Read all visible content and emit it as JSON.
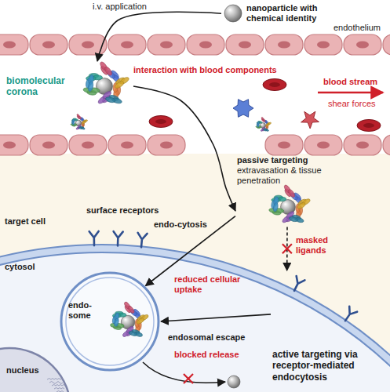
{
  "diagram": {
    "nodes": [
      {
        "text": [
          "nanoparticle with chemical identity"
        ]
      },
      {
        "text": [
          "biomolecular corona"
        ]
      },
      {
        "text": [
          "passive targeting",
          "extravasation & tissue penetration"
        ]
      },
      {
        "text": [
          "target cell",
          "cytosol"
        ]
      },
      {
        "text": [
          "endo-some"
        ],
        "in": 3
      },
      {
        "text": [
          "nucleus"
        ],
        "in": 3
      },
      {
        "text": [
          "active targeting via receptor-mediated endocytosis"
        ],
        "in": 3
      }
    ],
    "edges": [
      {
        "from": 0,
        "to": 1,
        "arrow": "to"
      },
      {
        "from": 1,
        "to": 2,
        "arrow": "to"
      },
      {
        "from": 2,
        "to": 4,
        "label": "endo-cytosis",
        "arrow": "to"
      },
      {
        "from": 2,
        "to": 6,
        "label": "masked ligands",
        "arrow": "to"
      },
      {
        "from": 6,
        "to": 4,
        "arrow": "to"
      }
    ],
    "labels": [
      "i.v. application",
      "endothelium",
      "interaction with blood components",
      "blood stream",
      "shear forces",
      "surface receptors",
      "reduced cellular uptake",
      "endosomal escape",
      "blocked release"
    ]
  }
}
